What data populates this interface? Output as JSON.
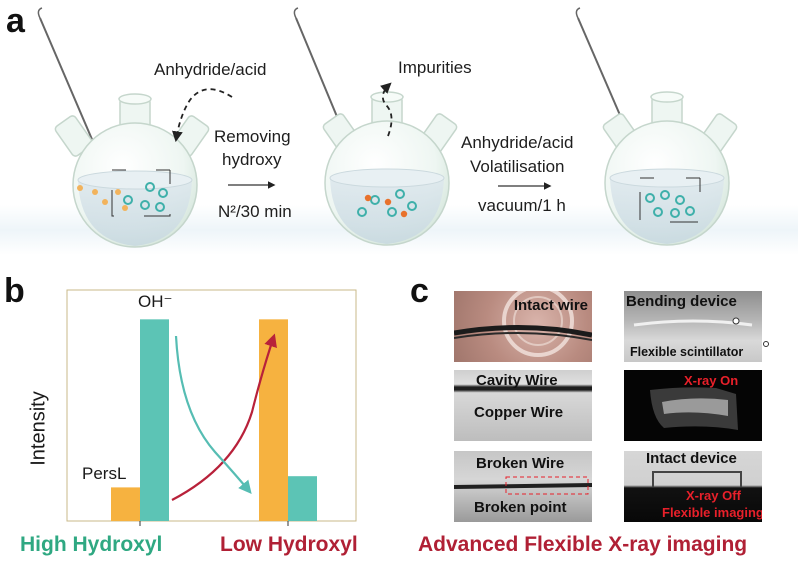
{
  "panel_a": {
    "letter": "a",
    "step1_reagent": "Anhydride/acid",
    "step1_label_1": "Removing",
    "step1_label_2": "hydroxy",
    "step1_condition": "N²/30 min",
    "step2_impurities": "Impurities",
    "step2_label_1": "Anhydride/acid",
    "step2_label_2": "Volatilisation",
    "step2_condition": "vacuum/1 h"
  },
  "panel_b": {
    "letter": "b",
    "ylabel": "Intensity",
    "bar_label_oh": "OH⁻",
    "bar_label_persl": "PersL",
    "caption_left": "High Hydroxyl",
    "caption_right": "Low Hydroxyl",
    "colors": {
      "persl": "#f6b240",
      "oh": "#5cc4b5",
      "arrow_red": "#b8213a",
      "arrow_teal": "#56bdb3",
      "caption_left": "#2fa882",
      "caption_right": "#b02035"
    },
    "chart_data": {
      "type": "bar",
      "categories": [
        "High Hydroxyl",
        "Low Hydroxyl"
      ],
      "series": [
        {
          "name": "PersL",
          "values": [
            0.15,
            0.9
          ]
        },
        {
          "name": "OH⁻",
          "values": [
            0.9,
            0.2
          ]
        }
      ],
      "ylim": [
        0,
        1
      ]
    }
  },
  "panel_c": {
    "letter": "c",
    "img1": "Intact wire",
    "img2_1": "Cavity Wire",
    "img2_2": "Copper Wire",
    "img3_1": "Broken Wire",
    "img3_2": "Broken point",
    "img4_1": "Bending device",
    "img4_2": "Flexible scintillator",
    "img5": "X-ray On",
    "img6_1": "Intact device",
    "img6_2": "X-ray Off",
    "img6_3": "Flexible imaging",
    "caption": "Advanced Flexible X-ray imaging",
    "colors": {
      "caption": "#b02035",
      "xray_text": "#e8202a"
    }
  }
}
